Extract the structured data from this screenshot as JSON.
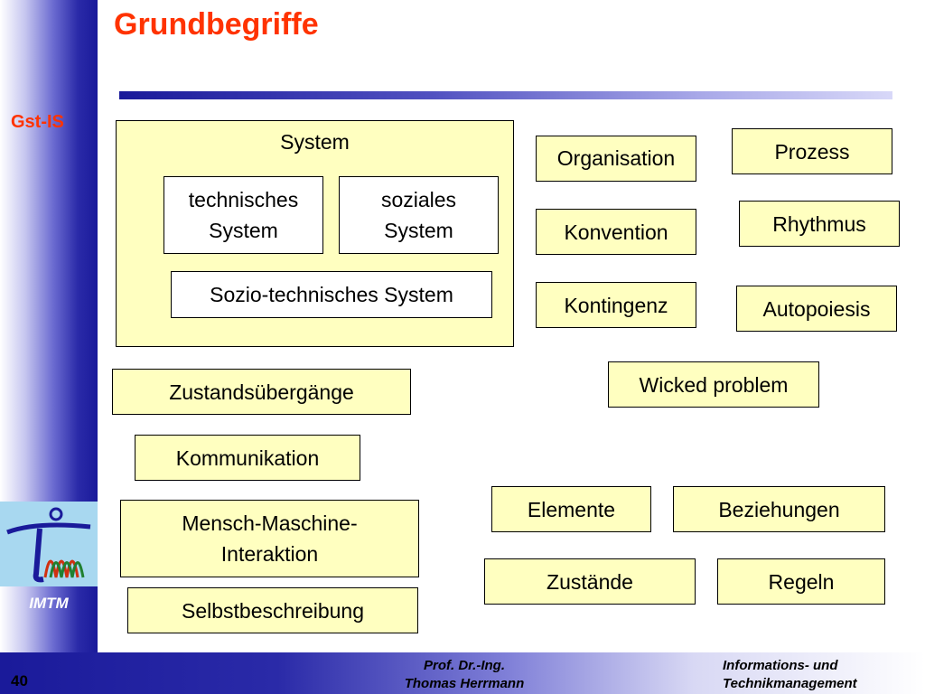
{
  "slide": {
    "title": "Grundbegriffe",
    "course_code": "Gst-IS",
    "logo_label": "IMTM",
    "page_number": "40",
    "footer_author": "Prof.  Dr.-Ing.\nThomas Herrmann",
    "footer_department": "Informations- und\nTechnikmanagement"
  },
  "colors": {
    "title": "#ff3300",
    "box_fill": "#ffffc0",
    "bar_dark": "#1a1a9a"
  },
  "system_group": {
    "label": "System",
    "technisches": "technisches\nSystem",
    "soziales": "soziales\nSystem",
    "sozio": "Sozio-technisches System"
  },
  "terms": {
    "organisation": "Organisation",
    "konvention": "Konvention",
    "kontingenz": "Kontingenz",
    "prozess": "Prozess",
    "rhythmus": "Rhythmus",
    "autopoiesis": "Autopoiesis",
    "wicked_problem": "Wicked problem",
    "zustandsuebergaenge": "Zustandsübergänge",
    "kommunikation": "Kommunikation",
    "mmi": "Mensch-Maschine-\nInteraktion",
    "selbstbeschreibung": "Selbstbeschreibung",
    "elemente": "Elemente",
    "beziehungen": "Beziehungen",
    "zustaende": "Zustände",
    "regeln": "Regeln"
  }
}
